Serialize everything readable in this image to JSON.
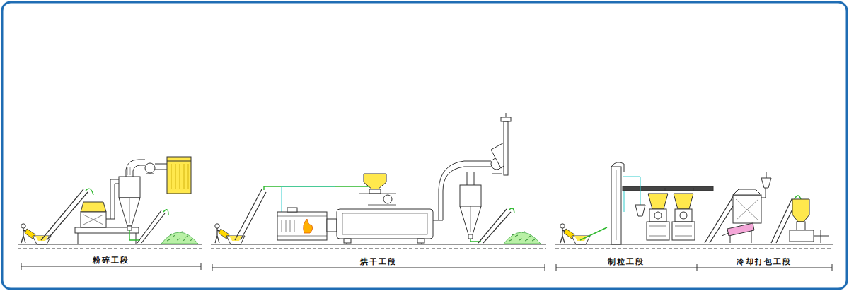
{
  "diagram": {
    "labels": [
      "粉碎工段",
      "烘干工段",
      "制粒工段",
      "冷却打包工段"
    ]
  }
}
